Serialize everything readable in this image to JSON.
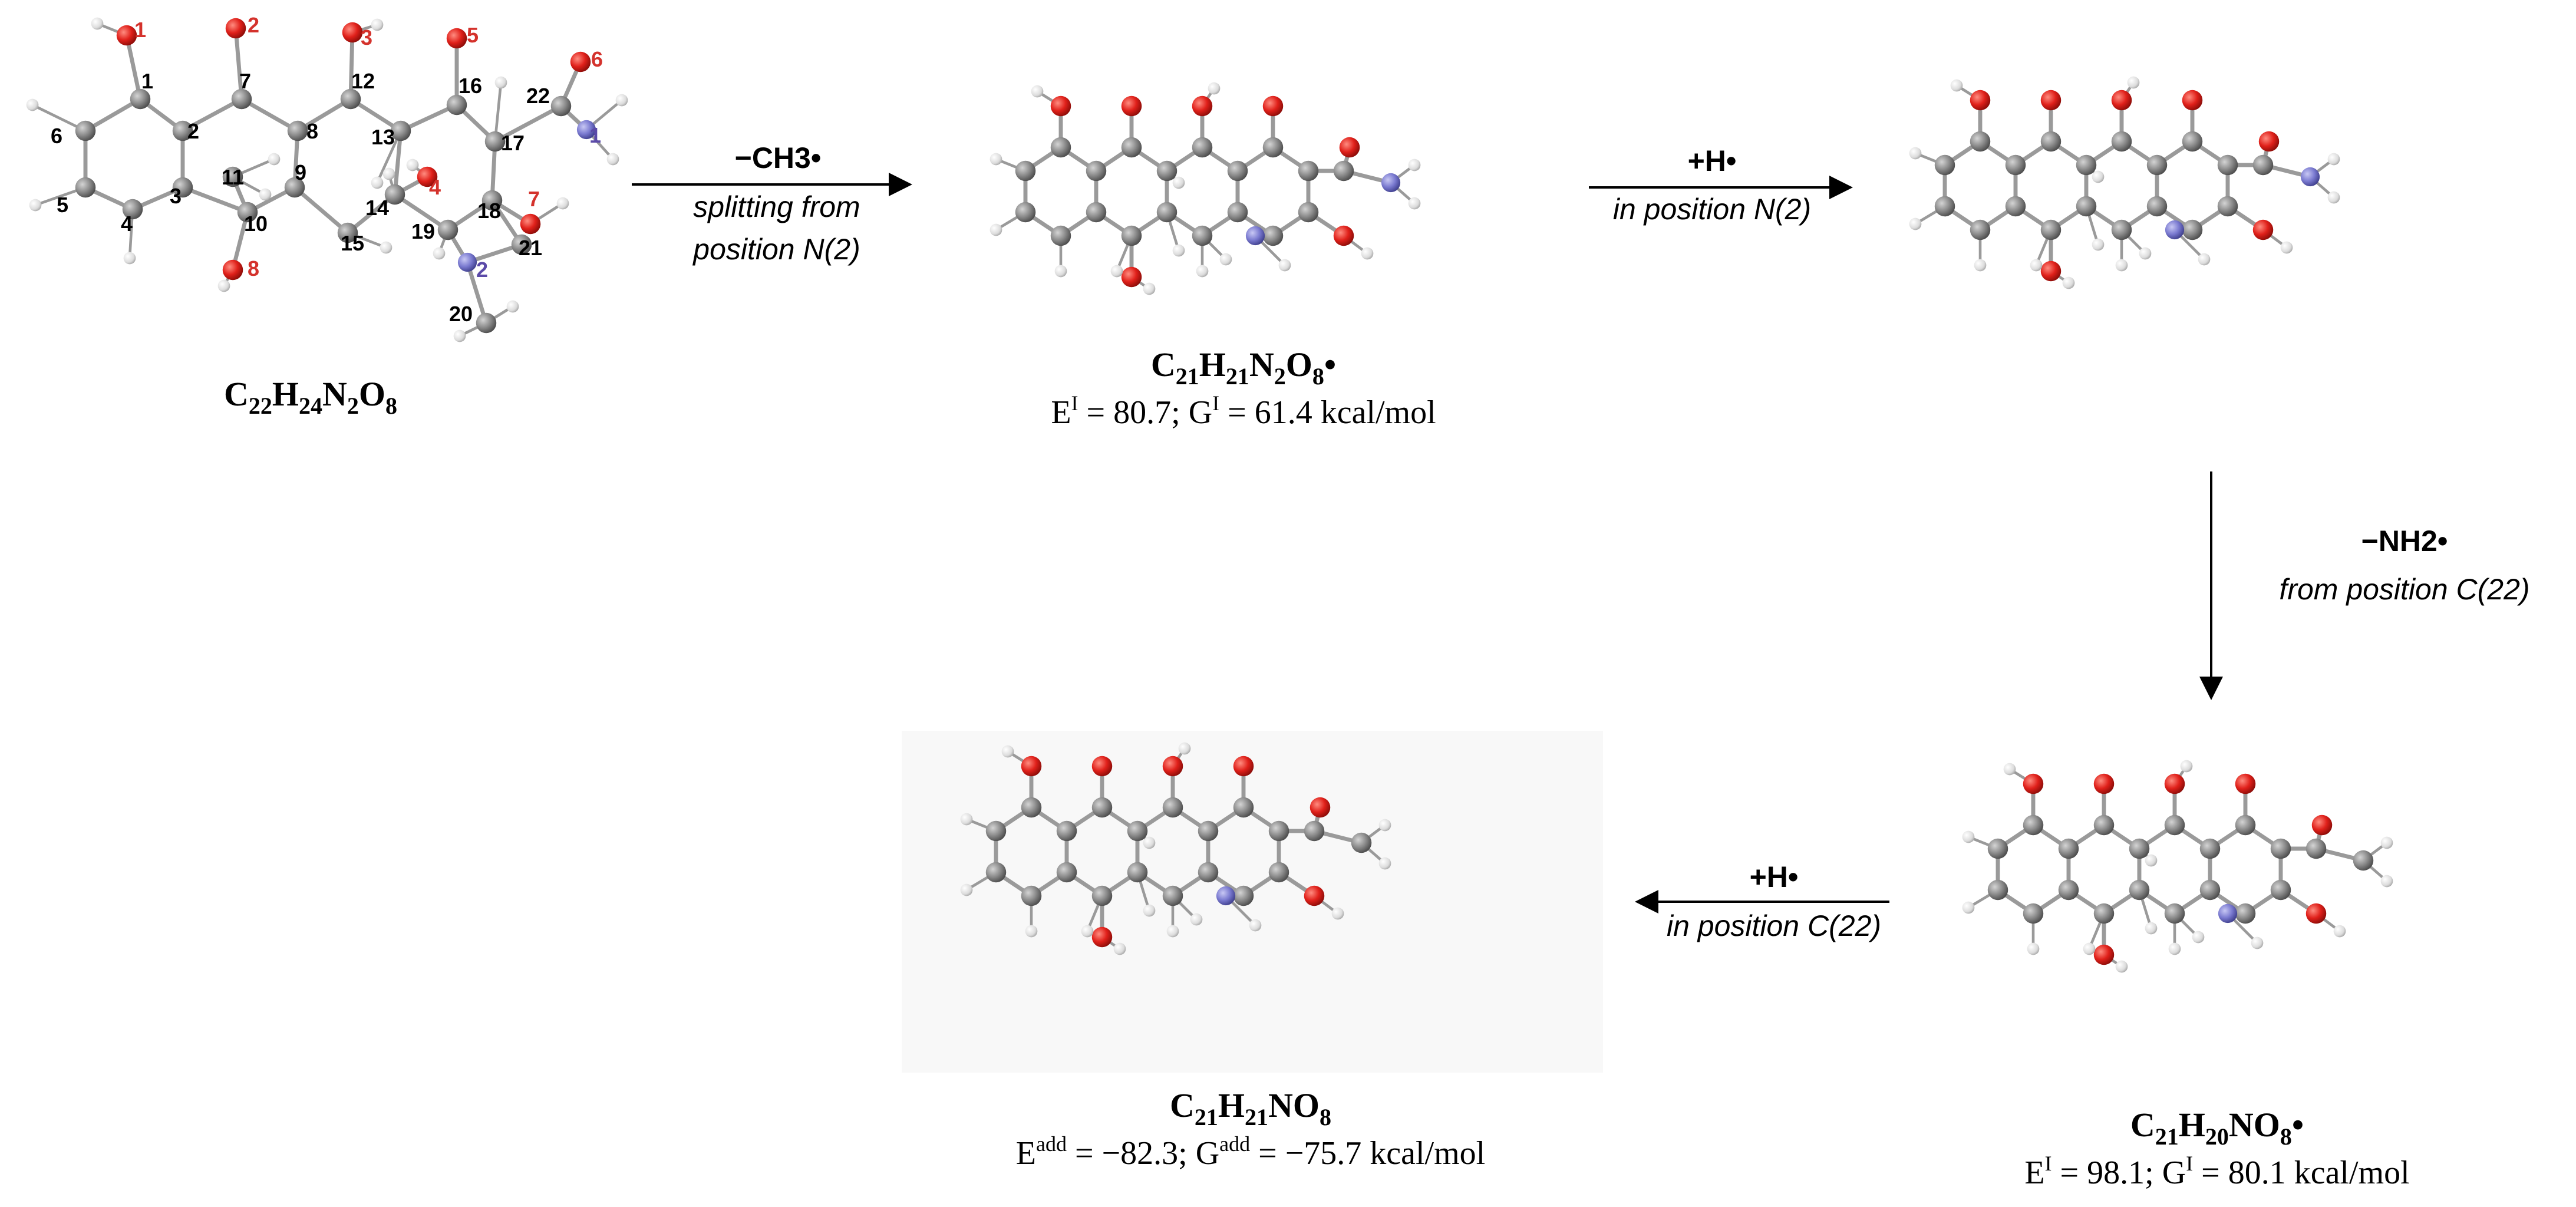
{
  "colors": {
    "carbon": "#8e8e8e",
    "carbon_dark": "#6a6a6a",
    "hydrogen": "#e6e6e6",
    "oxygen": "#e0201a",
    "nitrogen": "#7a7ad0",
    "label_red": "#d4322c",
    "label_purple": "#5b4aa8",
    "bond": "#9a9a9a",
    "text": "#000000"
  },
  "molecules": {
    "m1": {
      "formula": {
        "el": [
          "C",
          "H",
          "N",
          "O"
        ],
        "n": [
          "22",
          "24",
          "2",
          "8"
        ],
        "dot": ""
      },
      "energy": null,
      "labels": {
        "c1": "1",
        "c2": "2",
        "c3": "3",
        "c4": "4",
        "c5": "5",
        "c6": "6",
        "c7": "7",
        "c8": "8",
        "c9": "9",
        "c10": "10",
        "c11": "11",
        "c12": "12",
        "c13": "13",
        "c14": "14",
        "c15": "15",
        "c16": "16",
        "c17": "17",
        "c18": "18",
        "c19": "19",
        "c20": "20",
        "c21": "21",
        "c22": "22",
        "o1": "1",
        "o2": "2",
        "o3": "3",
        "o4": "4",
        "o5": "5",
        "o6": "6",
        "o7": "7",
        "o8": "8",
        "n1": "1",
        "n2": "2"
      }
    },
    "m2": {
      "formula": {
        "el": [
          "C",
          "H",
          "N",
          "O"
        ],
        "n": [
          "21",
          "21",
          "2",
          "8"
        ],
        "dot": "•"
      },
      "energy": {
        "e_sym": "E",
        "e_sup": "I",
        "e_val": " = 80.7; ",
        "g_sym": "G",
        "g_sup": "I",
        "g_val": " = 61.4 kcal/mol"
      }
    },
    "m3": {
      "formula": null,
      "energy": null
    },
    "m4": {
      "formula": {
        "el": [
          "C",
          "H",
          "N",
          "O"
        ],
        "n": [
          "21",
          "20",
          "",
          "8"
        ],
        "dot": "•"
      },
      "energy": {
        "e_sym": "E",
        "e_sup": "I",
        "e_val": " = 98.1; ",
        "g_sym": "G",
        "g_sup": "I",
        "g_val": " = 80.1 kcal/mol"
      }
    },
    "m5": {
      "formula": {
        "el": [
          "C",
          "H",
          "N",
          "O"
        ],
        "n": [
          "21",
          "21",
          "",
          "8"
        ],
        "dot": ""
      },
      "energy": {
        "e_sym": "E",
        "e_sup": "add",
        "e_val": " = −82.3; ",
        "g_sym": "G",
        "g_sup": "add",
        "g_val": " = −75.7 kcal/mol"
      }
    }
  },
  "reactions": {
    "r1": {
      "top": "−CH3•",
      "line1": "splitting from",
      "line2": "position N(2)"
    },
    "r2": {
      "top": "+H•",
      "line1": "in position N(2)"
    },
    "r3": {
      "top": "−NH2•",
      "line1": "from position C(22)"
    },
    "r4": {
      "top": "+H•",
      "line1": "in position C(22)"
    }
  }
}
